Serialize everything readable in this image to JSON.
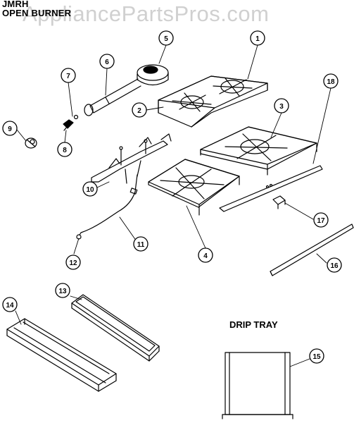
{
  "header": {
    "model": "JMRH",
    "section": "OPEN BURNER",
    "watermark": "AppliancePartsPros.com"
  },
  "labels": {
    "drip_tray": "DRIP TRAY"
  },
  "callouts": [
    "1",
    "2",
    "3",
    "4",
    "5",
    "6",
    "7",
    "8",
    "9",
    "10",
    "11",
    "12",
    "13",
    "14",
    "15",
    "16",
    "17",
    "18"
  ]
}
